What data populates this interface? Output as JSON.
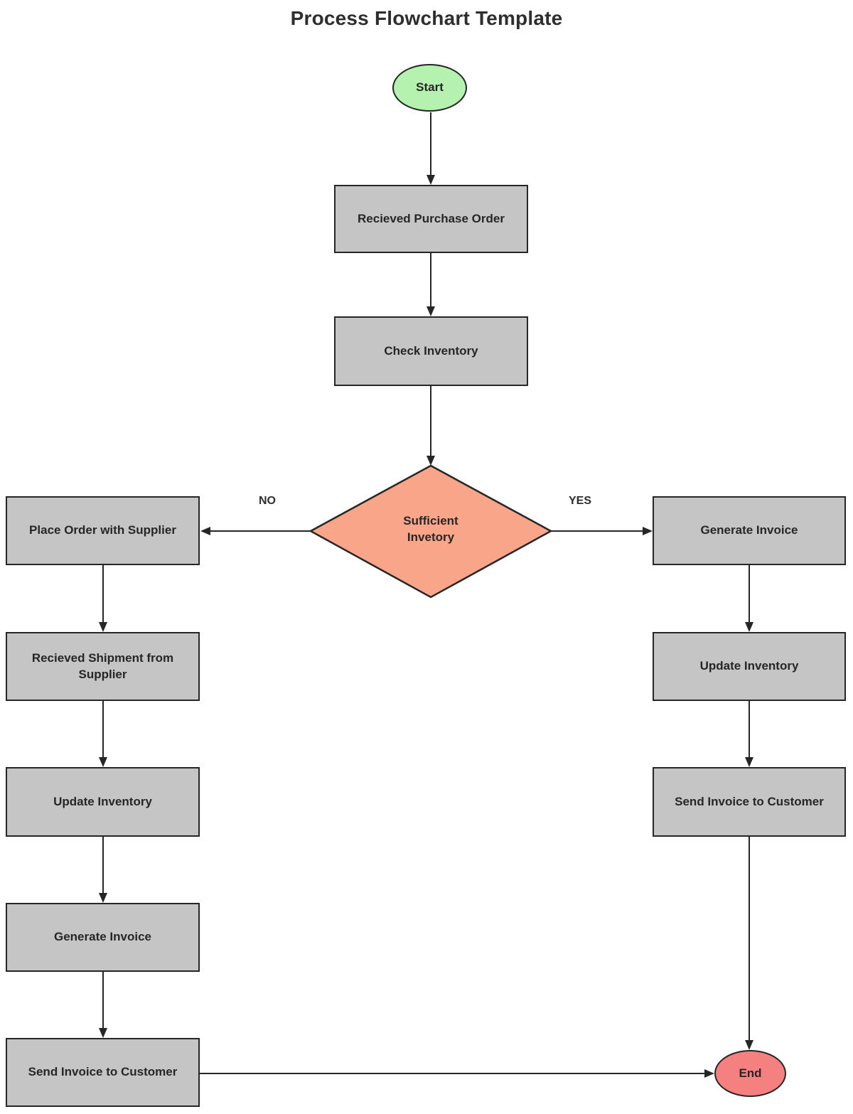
{
  "title": "Process Flowchart Template",
  "flowchart": {
    "start": "Start",
    "main_steps": [
      "Recieved Purchase Order",
      "Check Inventory"
    ],
    "decision": "Sufficient\nInvetory",
    "branch_no": {
      "label": "NO",
      "steps": [
        "Place Order with Supplier",
        "Recieved Shipment from Supplier",
        "Update Inventory",
        "Generate Invoice",
        "Send Invoice to Customer"
      ]
    },
    "branch_yes": {
      "label": "YES",
      "steps": [
        "Generate Invoice",
        "Update Inventory",
        "Send Invoice to Customer"
      ]
    },
    "end": "End"
  },
  "colors": {
    "start_fill": "#b5f2b0",
    "decision_fill": "#f9a58a",
    "end_fill": "#f58080",
    "process_fill": "#c5c5c5",
    "stroke": "#262626"
  }
}
